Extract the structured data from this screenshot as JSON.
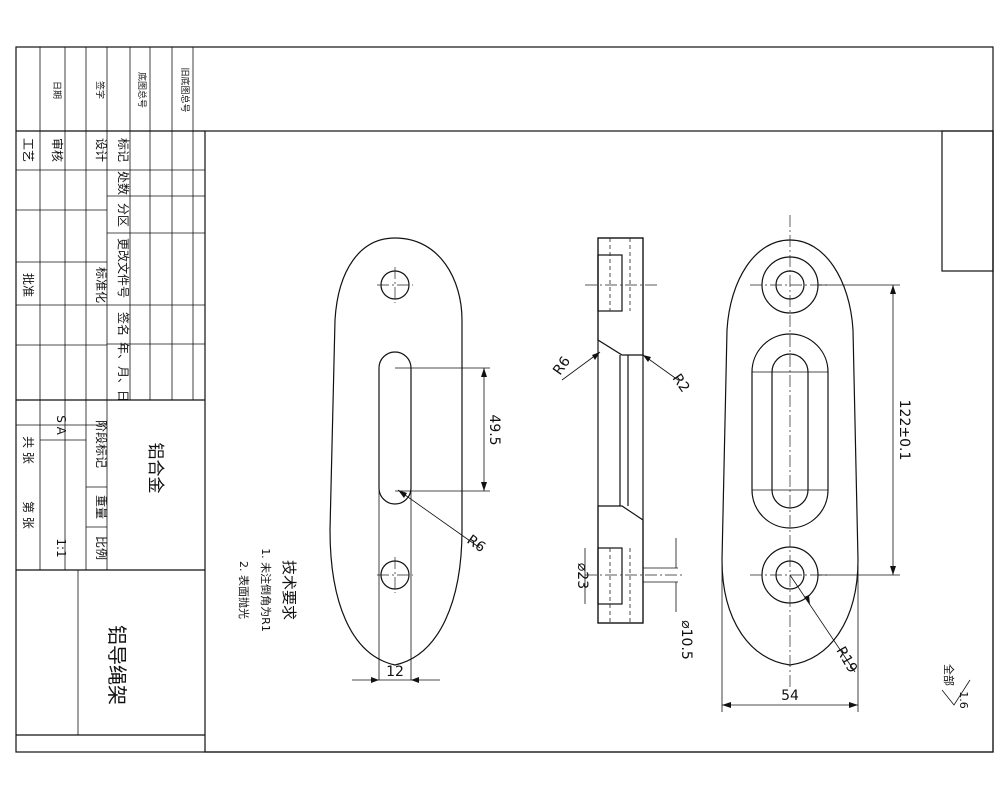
{
  "title_block": {
    "revision_stamps": [
      "日期",
      "签字",
      "底图总号",
      "旧底图总号"
    ],
    "left_column": [
      "工艺",
      "审核",
      "设计",
      "批准",
      "标准化"
    ],
    "revision_header": [
      "标记",
      "处数",
      "分区",
      "更改文件号",
      "签名",
      "年、月、日"
    ],
    "stage_label": "阶段标记",
    "stage_value": "S A",
    "weight_label": "重量",
    "scale_label": "比例",
    "scale_value": "1:1",
    "sheets_total_label": "共 张",
    "sheet_label": "第 张",
    "material": "铝合金",
    "part_name": "铝导绳架"
  },
  "notes": {
    "heading": "技术要求",
    "items": [
      "1. 未注倒角为R1",
      "2. 表面抛光"
    ]
  },
  "dimensions": {
    "slot_length": "49.5",
    "slot_radius": "R6",
    "slot_width": "12",
    "section_radius_left": "R6",
    "section_radius_right": "R2",
    "counterbore": "⌀23",
    "hole": "⌀10.5",
    "center_distance": "122±0.1",
    "outer_radius": "R19",
    "overall_width": "54"
  },
  "roughness": {
    "label": "全部",
    "value": "1.6"
  }
}
